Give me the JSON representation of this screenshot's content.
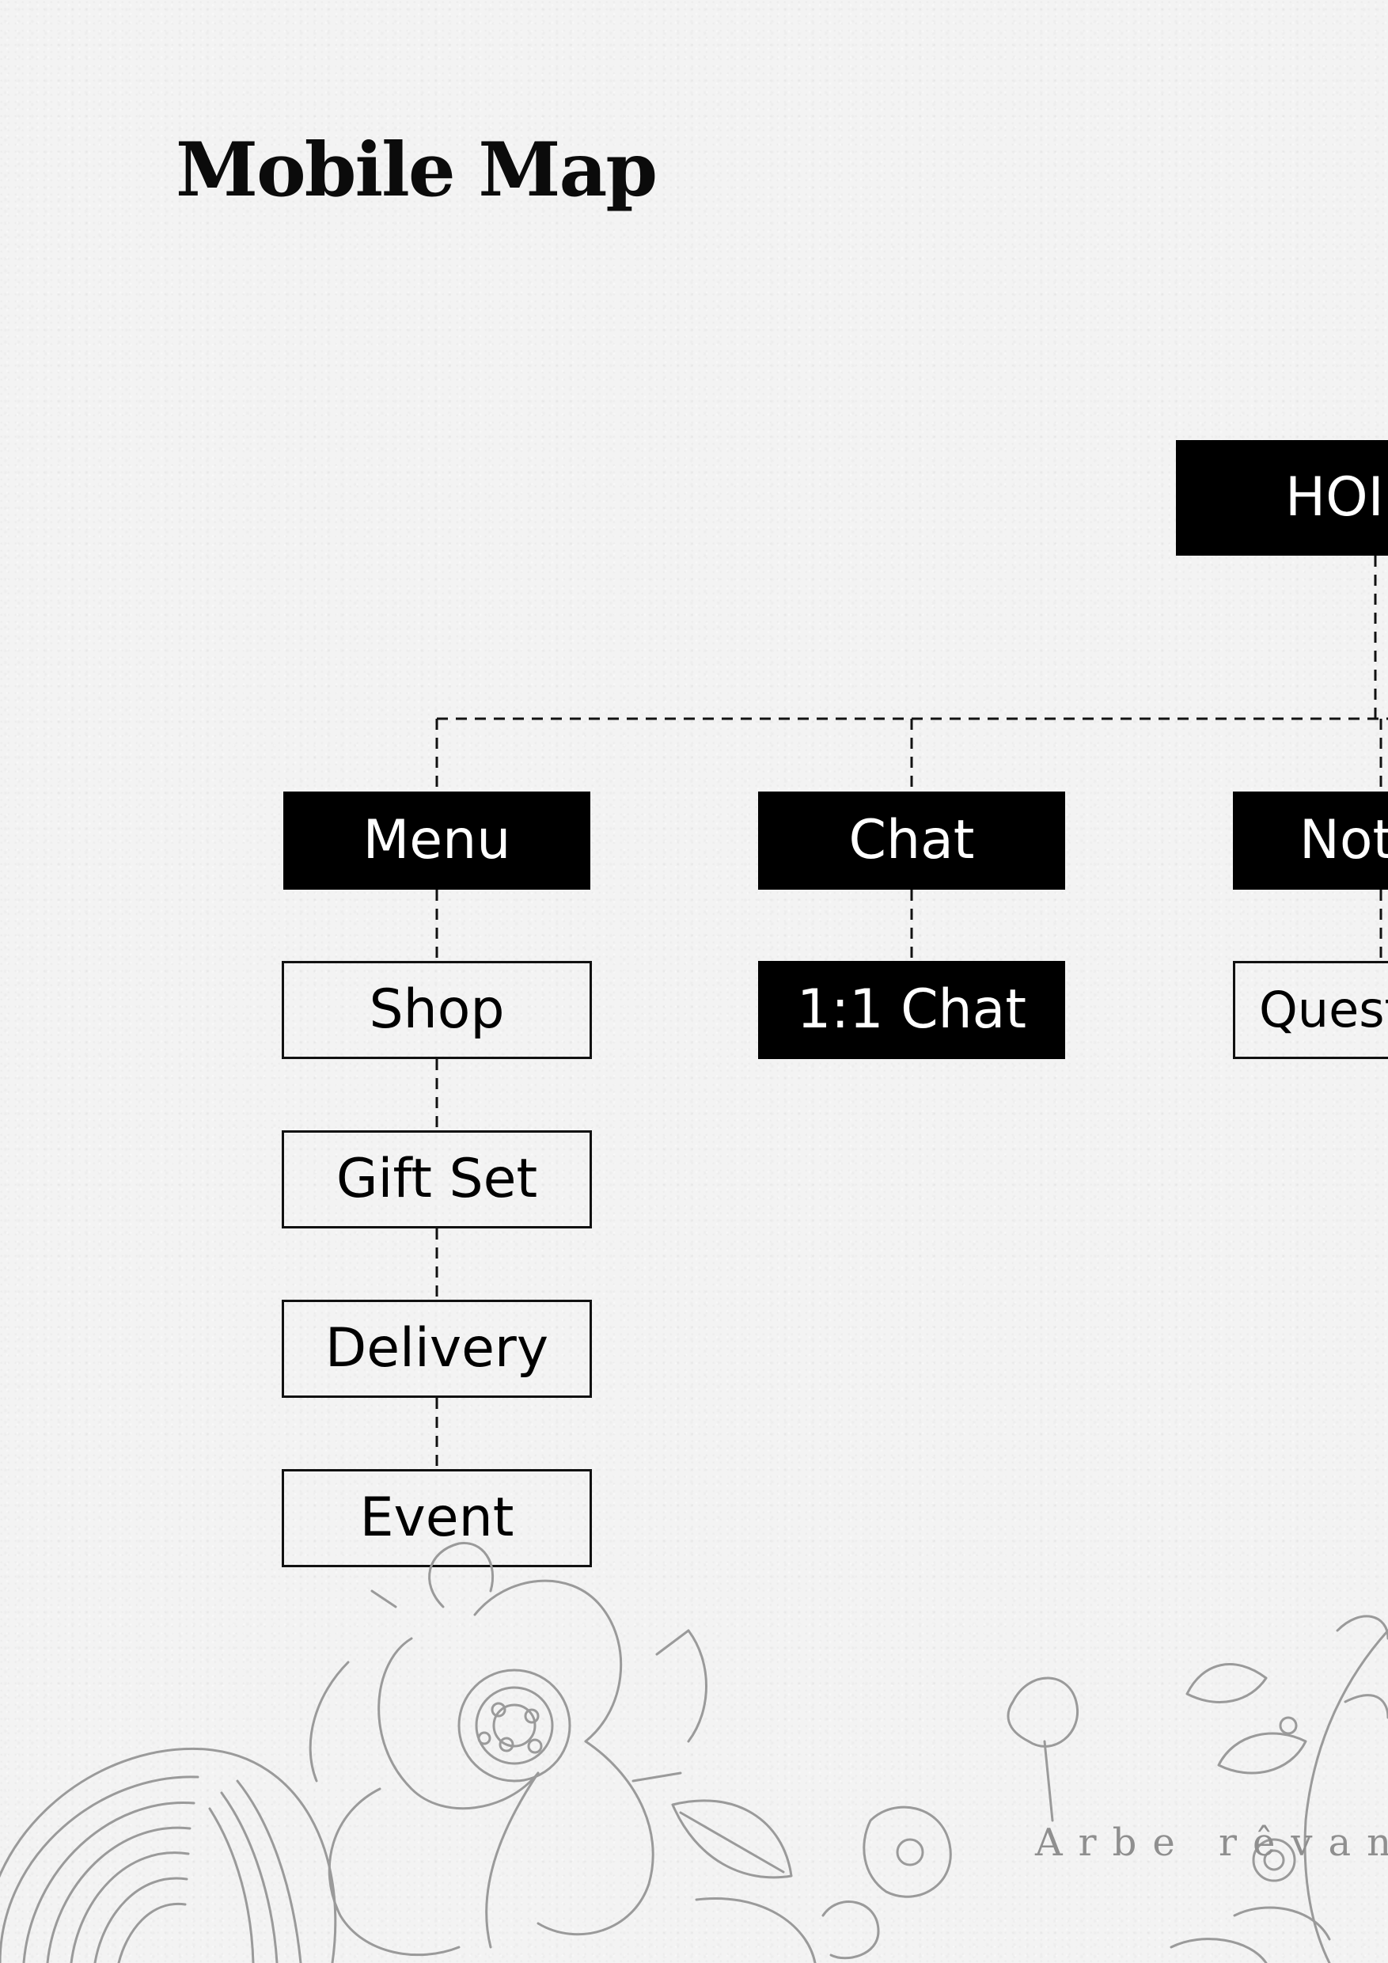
{
  "title": "Mobile Map",
  "nodes": {
    "home": "HOI",
    "menu": "Menu",
    "chat": "Chat",
    "notice": "Not",
    "shop": "Shop",
    "gift_set": "Gift Set",
    "delivery": "Delivery",
    "event": "Event",
    "one_to_one_chat": "1:1 Chat",
    "question": "Quest"
  },
  "brand": "Arbe rêvan",
  "colors": {
    "background": "#f3f3f3",
    "node_fill": "#000000",
    "node_text_dark": "#ffffff",
    "line": "#111111",
    "floral": "#9a9a9a"
  }
}
